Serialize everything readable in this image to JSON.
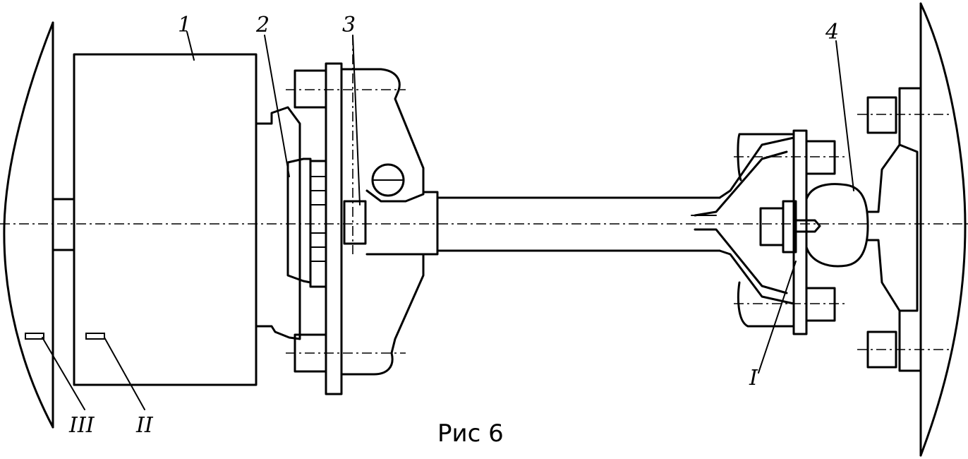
{
  "labels": {
    "part_1": "1",
    "part_2": "2",
    "part_3": "3",
    "part_4": "4",
    "mark_I": "I",
    "mark_II": "II",
    "mark_III": "III"
  },
  "caption": "Рис 6"
}
